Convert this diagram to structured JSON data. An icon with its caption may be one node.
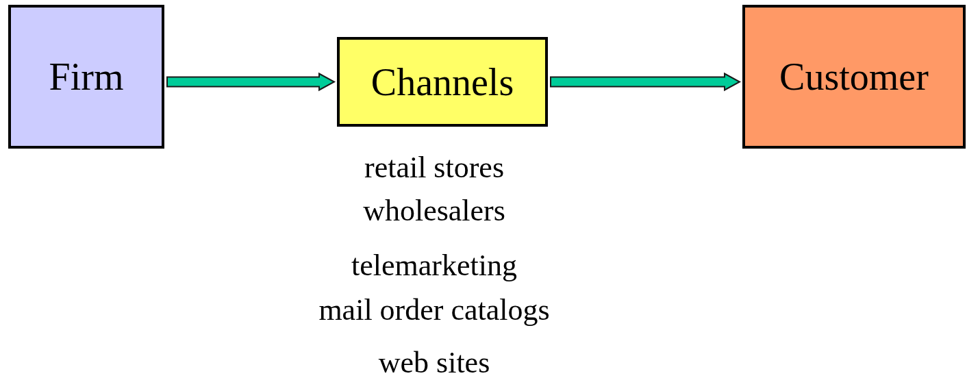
{
  "diagram": {
    "nodes": [
      {
        "text": [
          "Firm"
        ]
      },
      {
        "text": [
          "Channels"
        ],
        "beside": [
          "retail stores",
          "wholesalers",
          "telemarketing",
          "mail order catalogs",
          "web sites"
        ]
      },
      {
        "text": [
          "Customer"
        ]
      }
    ],
    "edges": [
      {
        "from": 0,
        "to": 1,
        "arrow": "to"
      },
      {
        "from": 1,
        "to": 2,
        "arrow": "to"
      }
    ]
  }
}
